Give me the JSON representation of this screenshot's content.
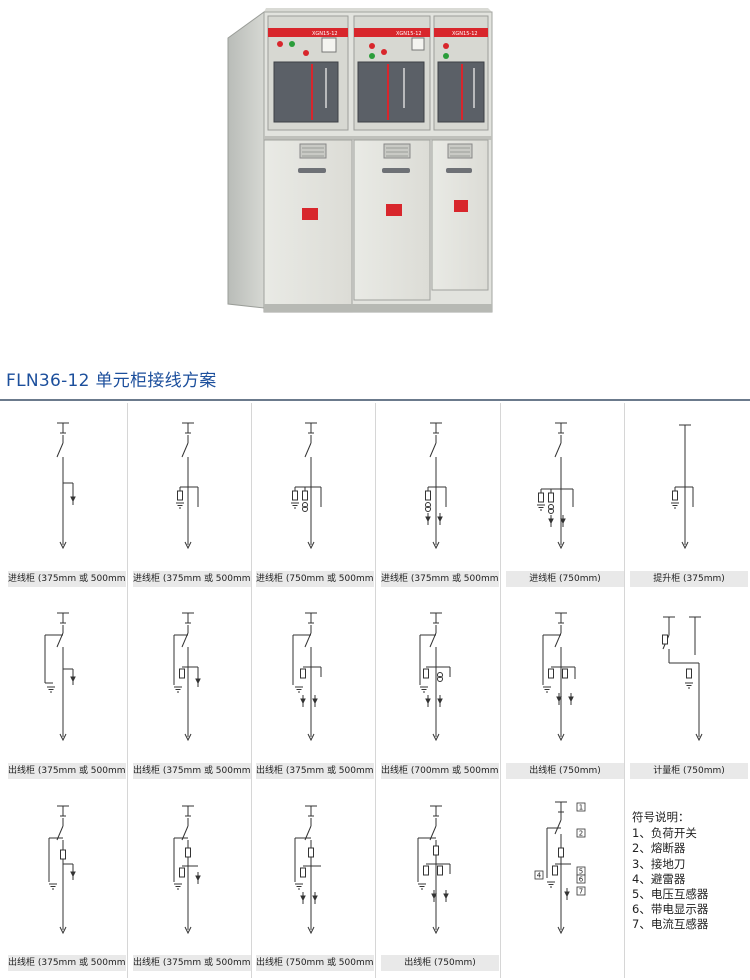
{
  "heading": "FLN36-12 单元柜接线方案",
  "panel_labels": {
    "panel1": "XGN15-12",
    "panel2": "XGN15-12",
    "panel3": "XGN15-12"
  },
  "rows": [
    {
      "cells": [
        {
          "caption": "进线柜 (375mm 或 500mm)",
          "scheme": "in_basic"
        },
        {
          "caption": "进线柜 (375mm 或 500mm)",
          "scheme": "in_fuse"
        },
        {
          "caption": "进线柜 (750mm 或 500mm)",
          "scheme": "in_pt3"
        },
        {
          "caption": "进线柜 (375mm 或 500mm)",
          "scheme": "in_arr"
        },
        {
          "caption": "进线柜 (750mm)",
          "scheme": "in_750"
        },
        {
          "caption": "提升柜 (375mm)",
          "scheme": "lift"
        }
      ]
    },
    {
      "cells": [
        {
          "caption": "出线柜 (375mm 或 500mm)",
          "scheme": "out_basic"
        },
        {
          "caption": "出线柜 (375mm 或 500mm)",
          "scheme": "out_fuse"
        },
        {
          "caption": "出线柜 (375mm 或 500mm)",
          "scheme": "out_arr"
        },
        {
          "caption": "出线柜 (700mm 或 500mm)",
          "scheme": "out_pt"
        },
        {
          "caption": "出线柜 (750mm)",
          "scheme": "out_750"
        },
        {
          "caption": "计量柜 (750mm)",
          "scheme": "meter"
        }
      ]
    },
    {
      "cells": [
        {
          "caption": "出线柜 (375mm 或 500mm)",
          "scheme": "out3_basic"
        },
        {
          "caption": "出线柜 (375mm 或 500mm)",
          "scheme": "out3_fuse"
        },
        {
          "caption": "出线柜 (750mm 或 500mm)",
          "scheme": "out3_arr"
        },
        {
          "caption": "出线柜 (750mm)",
          "scheme": "out3_750"
        },
        {
          "caption": "",
          "scheme": "legend_demo"
        }
      ]
    }
  ],
  "legend": {
    "title": "符号说明：",
    "items": [
      "1、负荷开关",
      "2、熔断器",
      "3、接地刀",
      "4、避雷器",
      "5、电压互感器",
      "6、带电显示器",
      "7、电流互感器"
    ]
  },
  "demo_markers": [
    "1",
    "2",
    "4",
    "5",
    "6",
    "7"
  ],
  "colors": {
    "heading": "#1c4f9c",
    "caption_bg": "#e9e9e9",
    "cabinet_red": "#d8262c"
  }
}
